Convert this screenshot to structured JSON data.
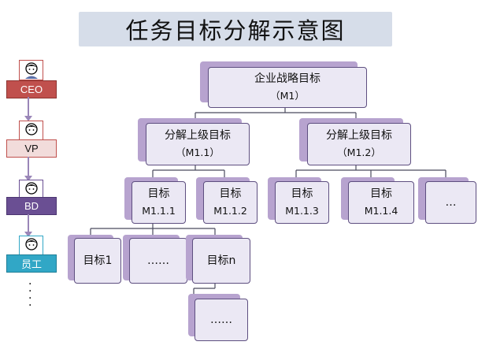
{
  "title": "任务目标分解示意图",
  "colors": {
    "title_bg": "#d6dde9",
    "ceo": "#c0504d",
    "vp": "#f2dcdb",
    "bd": "#6a4f93",
    "staff": "#31a7c6",
    "box_fill": "#ebe8f4",
    "box_border": "#5e4f80",
    "connector": "#4a4a5e"
  },
  "hierarchy": [
    {
      "role": "CEO",
      "icon": "person-avatar-icon"
    },
    {
      "role": "VP",
      "icon": "person-avatar-icon"
    },
    {
      "role": "BD",
      "icon": "person-avatar-icon"
    },
    {
      "role": "员工",
      "icon": "person-avatar-icon"
    }
  ],
  "continuation": "⋮",
  "tree": {
    "root": {
      "label": "企业战略目标",
      "code": "（M1）"
    },
    "level1": [
      {
        "label": "分解上级目标",
        "code": "（M1.1）"
      },
      {
        "label": "分解上级目标",
        "code": "（M1.2）"
      }
    ],
    "level2": [
      {
        "label": "目标",
        "code": "M1.1.1"
      },
      {
        "label": "目标",
        "code": "M1.1.2"
      },
      {
        "label": "目标",
        "code": "M1.1.3"
      },
      {
        "label": "目标",
        "code": "M1.1.4"
      },
      {
        "label": "…",
        "code": ""
      }
    ],
    "level3": [
      {
        "label": "目标1"
      },
      {
        "label": "……"
      },
      {
        "label": "目标n"
      }
    ],
    "level4": [
      {
        "label": "……"
      }
    ]
  }
}
